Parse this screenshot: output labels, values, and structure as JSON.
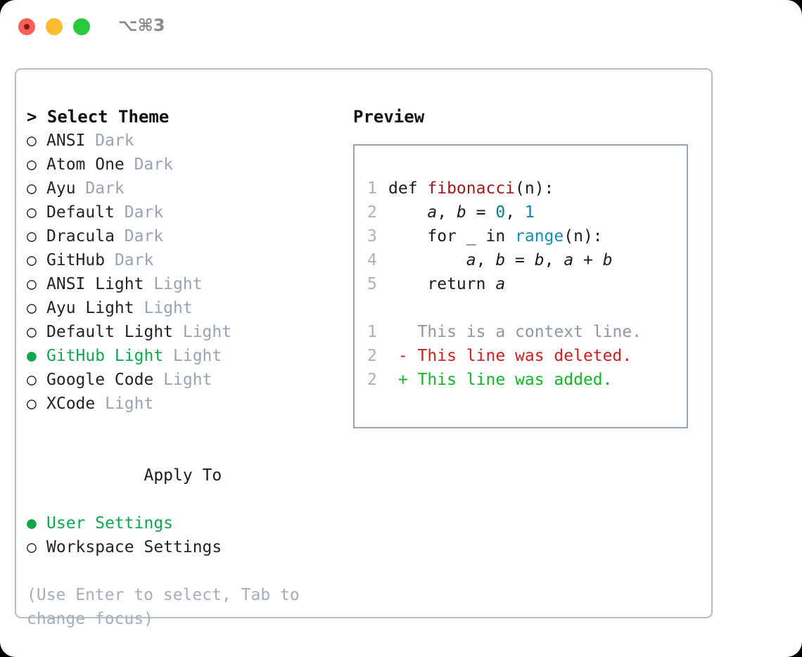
{
  "titlebar": {
    "shortcut": "⌥⌘3",
    "buttons": [
      "close",
      "minimize",
      "maximize"
    ]
  },
  "theme_selector": {
    "prompt": "> Select Theme",
    "prompt_symbol": ">",
    "marker_selected": "●",
    "marker_unselected": "○",
    "items": [
      {
        "name": "ANSI",
        "variant": "Dark",
        "selected": false
      },
      {
        "name": "Atom One",
        "variant": "Dark",
        "selected": false
      },
      {
        "name": "Ayu",
        "variant": "Dark",
        "selected": false
      },
      {
        "name": "Default",
        "variant": "Dark",
        "selected": false
      },
      {
        "name": "Dracula",
        "variant": "Dark",
        "selected": false
      },
      {
        "name": "GitHub",
        "variant": "Dark",
        "selected": false
      },
      {
        "name": "ANSI Light",
        "variant": "Light",
        "selected": false
      },
      {
        "name": "Ayu Light",
        "variant": "Light",
        "selected": false
      },
      {
        "name": "Default Light",
        "variant": "Light",
        "selected": false
      },
      {
        "name": "GitHub Light",
        "variant": "Light",
        "selected": true
      },
      {
        "name": "Google Code",
        "variant": "Light",
        "selected": false
      },
      {
        "name": "XCode",
        "variant": "Light",
        "selected": false
      }
    ]
  },
  "apply_to": {
    "heading": "Apply To",
    "options": [
      {
        "label": "User Settings",
        "selected": true
      },
      {
        "label": "Workspace Settings",
        "selected": false
      }
    ]
  },
  "hint": "(Use Enter to select, Tab to change focus)",
  "preview": {
    "title": "Preview",
    "code": [
      {
        "ln": "1",
        "tokens": [
          {
            "t": "def ",
            "c": "kw"
          },
          {
            "t": "fibonacci",
            "c": "fn"
          },
          {
            "t": "(n):",
            "c": "punct"
          }
        ]
      },
      {
        "ln": "2",
        "tokens": [
          {
            "t": "    ",
            "c": "punct"
          },
          {
            "t": "a",
            "c": "var"
          },
          {
            "t": ", ",
            "c": "punct"
          },
          {
            "t": "b",
            "c": "var"
          },
          {
            "t": " = ",
            "c": "punct"
          },
          {
            "t": "0",
            "c": "num"
          },
          {
            "t": ", ",
            "c": "punct"
          },
          {
            "t": "1",
            "c": "num2"
          }
        ]
      },
      {
        "ln": "3",
        "tokens": [
          {
            "t": "    for _ in ",
            "c": "kw"
          },
          {
            "t": "range",
            "c": "bi"
          },
          {
            "t": "(n):",
            "c": "punct"
          }
        ]
      },
      {
        "ln": "4",
        "tokens": [
          {
            "t": "        ",
            "c": "punct"
          },
          {
            "t": "a",
            "c": "var"
          },
          {
            "t": ", ",
            "c": "punct"
          },
          {
            "t": "b",
            "c": "var"
          },
          {
            "t": " = ",
            "c": "punct"
          },
          {
            "t": "b",
            "c": "var"
          },
          {
            "t": ", ",
            "c": "punct"
          },
          {
            "t": "a",
            "c": "var"
          },
          {
            "t": " + ",
            "c": "punct"
          },
          {
            "t": "b",
            "c": "var"
          }
        ]
      },
      {
        "ln": "5",
        "tokens": [
          {
            "t": "    return ",
            "c": "kw"
          },
          {
            "t": "a",
            "c": "var"
          }
        ]
      }
    ],
    "diff": [
      {
        "ln": "1",
        "sign": " ",
        "text": "This is a context line.",
        "kind": "context"
      },
      {
        "ln": "2",
        "sign": "-",
        "text": "This line was deleted.",
        "kind": "deleted"
      },
      {
        "ln": "2",
        "sign": "+",
        "text": "This line was added.",
        "kind": "added"
      }
    ]
  },
  "colors": {
    "selected_green": "#12a54c",
    "muted_gray": "#9aa3b2",
    "border": "#b5bdca",
    "preview_border": "#9aa4b5",
    "diff_added": "#12b526",
    "diff_deleted": "#cc1f1f",
    "syntax_function": "#a01b1b",
    "syntax_builtin": "#1a8bb8",
    "syntax_number": "#0d7c84"
  }
}
